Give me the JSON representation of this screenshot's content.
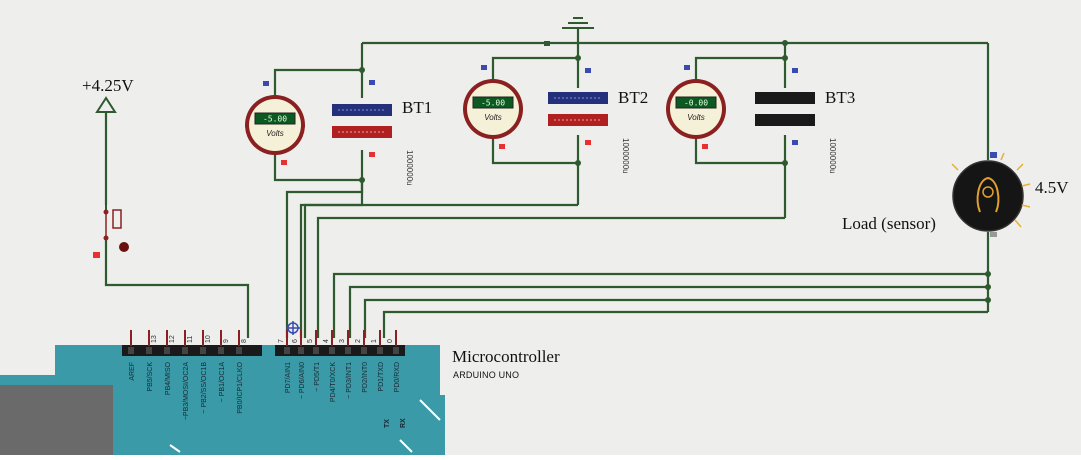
{
  "supply": {
    "label": "+4.25V"
  },
  "batteries": [
    {
      "name": "BT1",
      "meter_value": "-5.00",
      "meter_unit": "Volts",
      "capacity": "1000000u",
      "state": "charging"
    },
    {
      "name": "BT2",
      "meter_value": "-5.00",
      "meter_unit": "Volts",
      "capacity": "1000000u",
      "state": "charging"
    },
    {
      "name": "BT3",
      "meter_value": "-0.00",
      "meter_unit": "Volts",
      "capacity": "1000000u",
      "state": "empty"
    }
  ],
  "load": {
    "voltage": "4.5V",
    "label": "Load (sensor)"
  },
  "mcu": {
    "title": "Microcontroller",
    "subtitle": "ARDUINO UNO",
    "left_pins": [
      "AREF",
      "PB5/SCK",
      "PB4/MISO",
      "~PB3/MOSI/OC2A",
      "~ PB2/SS/OC1B",
      "~ PB1/OC1A",
      "PB0/ICP1/CLKO"
    ],
    "left_pin_numbers": [
      "",
      "13",
      "12",
      "11",
      "10",
      "9",
      "8"
    ],
    "right_pins": [
      "PD7/AIN1",
      "~ PD6/AIN0",
      "~ PD5/T1",
      "PD4/T0/XCK",
      "~ PD3/INT1",
      "PD2/INT0",
      "PD1/TXD",
      "PD0/RXD"
    ],
    "right_pin_numbers": [
      "7",
      "6",
      "5",
      "4",
      "3",
      "2",
      "1",
      "0"
    ],
    "tx": "TX",
    "rx": "RX"
  },
  "colors": {
    "wire": "#2f5a30",
    "board": "#3a9aa8",
    "meter_rim": "#8b2020",
    "meter_face": "#f5f0d8",
    "display": "#0c5a22",
    "battery_blue": "#24307a",
    "battery_red": "#b02020",
    "battery_empty": "#1a1a1a",
    "load_bulb": "#151515",
    "ground": "#2f5a30"
  }
}
